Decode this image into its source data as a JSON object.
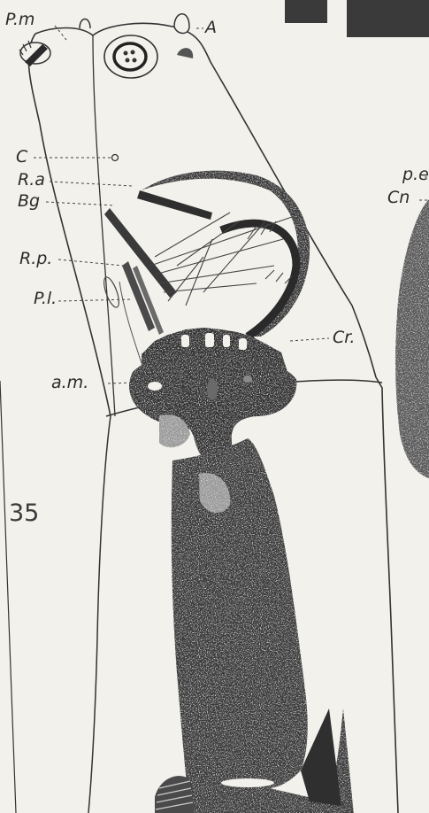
{
  "figure": {
    "number": "35",
    "labels": {
      "pm": "P.m",
      "a": "A",
      "c": "C",
      "ra": "R.a",
      "bg": "Bg",
      "rp": "R.p.",
      "pl": "P.l.",
      "am": "a.m.",
      "cr": "Cr.",
      "pe": "p.e",
      "cn": "Cn"
    }
  },
  "colors": {
    "paper": "#f3f1ec",
    "ink": "#2b2b2b",
    "shade": "#3d3d3d"
  }
}
